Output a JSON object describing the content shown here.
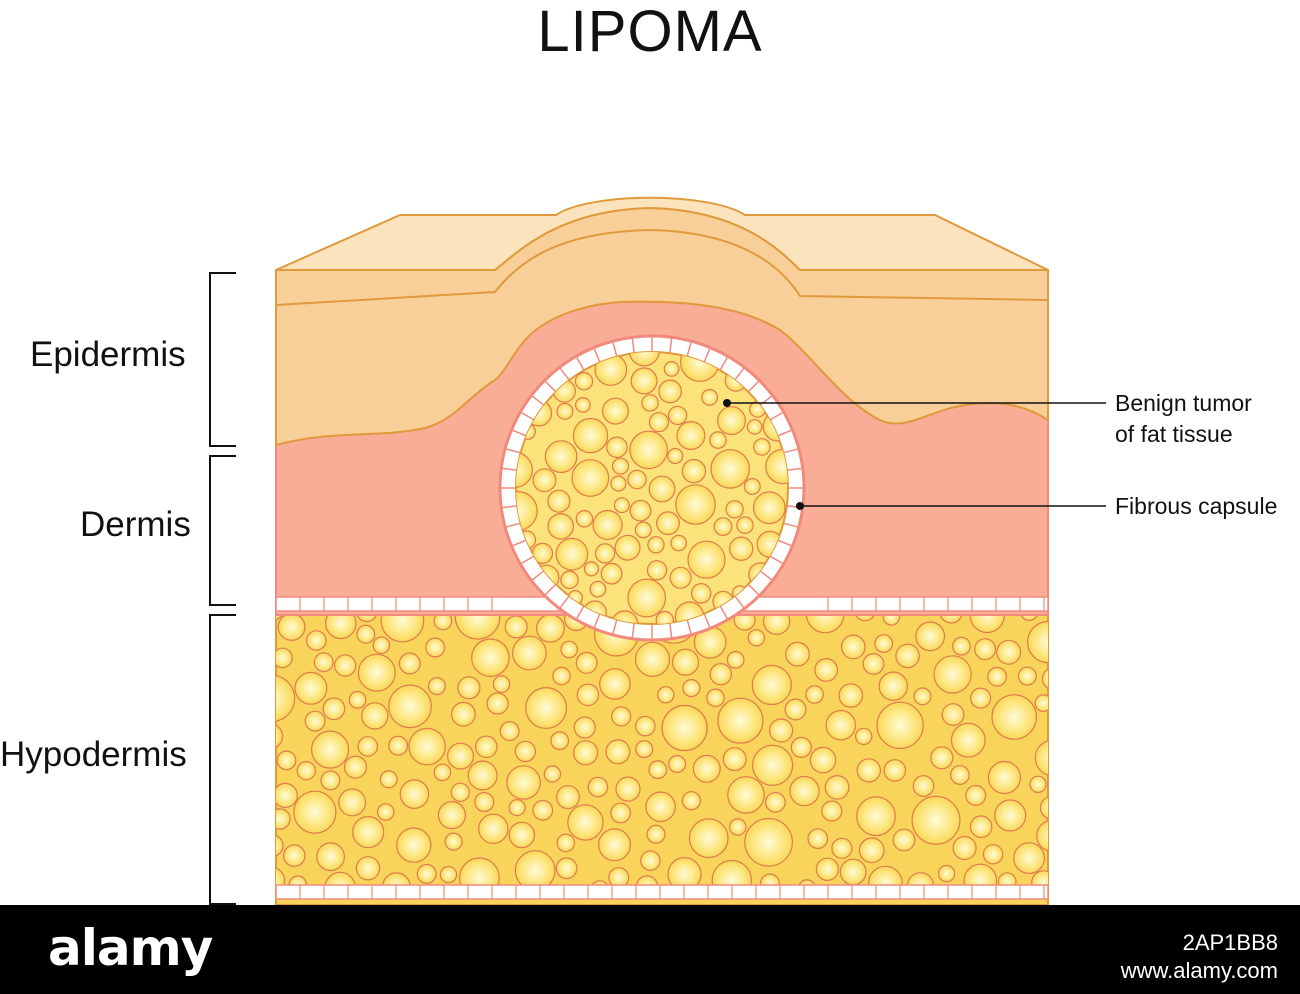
{
  "title": "LIPOMA",
  "layers": {
    "epidermis": "Epidermis",
    "dermis": "Dermis",
    "hypodermis": "Hypodermis"
  },
  "callouts": {
    "tumor_line1": "Benign tumor",
    "tumor_line2": "of fat tissue",
    "capsule": "Fibrous capsule"
  },
  "watermark": {
    "logo": "alamy",
    "image_id": "2AP1BB8",
    "site": "www.alamy.com"
  },
  "colors": {
    "stratum_corneum": "#fbe3bd",
    "epidermis": "#f9cf99",
    "dermis": "#f9ac96",
    "fat": "#fde36d",
    "outline": "#e09a3c",
    "cell_outline": "#e07a50"
  }
}
